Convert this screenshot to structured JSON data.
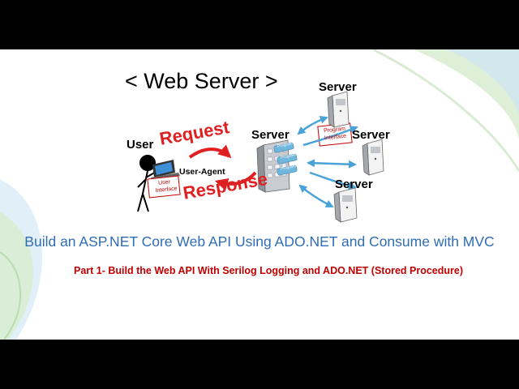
{
  "diagram": {
    "heading": "< Web Server >",
    "user_label": "User",
    "user_agent_label": "User-Agent",
    "ui_box": {
      "line1": "User",
      "line2": "Interface"
    },
    "request_label": "Request",
    "response_label": "Response",
    "center_server_label": "Server",
    "server_top_label": "Server",
    "server_right_label": "Server",
    "server_bottom_label": "Server",
    "program_tag": "Program",
    "program_box": {
      "line1": "Program",
      "line2": "Interface"
    }
  },
  "title": "Build an ASP.NET Core Web API Using ADO.NET and Consume with MVC",
  "subtitle": "Part 1- Build the Web API With Serilog Logging and ADO.NET (Stored Procedure)",
  "colors": {
    "title": "#2f6db5",
    "subtitle": "#c00000",
    "request_arrow": "#e02020",
    "server_arrows": "#4aa3d8",
    "frame": "#000000"
  }
}
